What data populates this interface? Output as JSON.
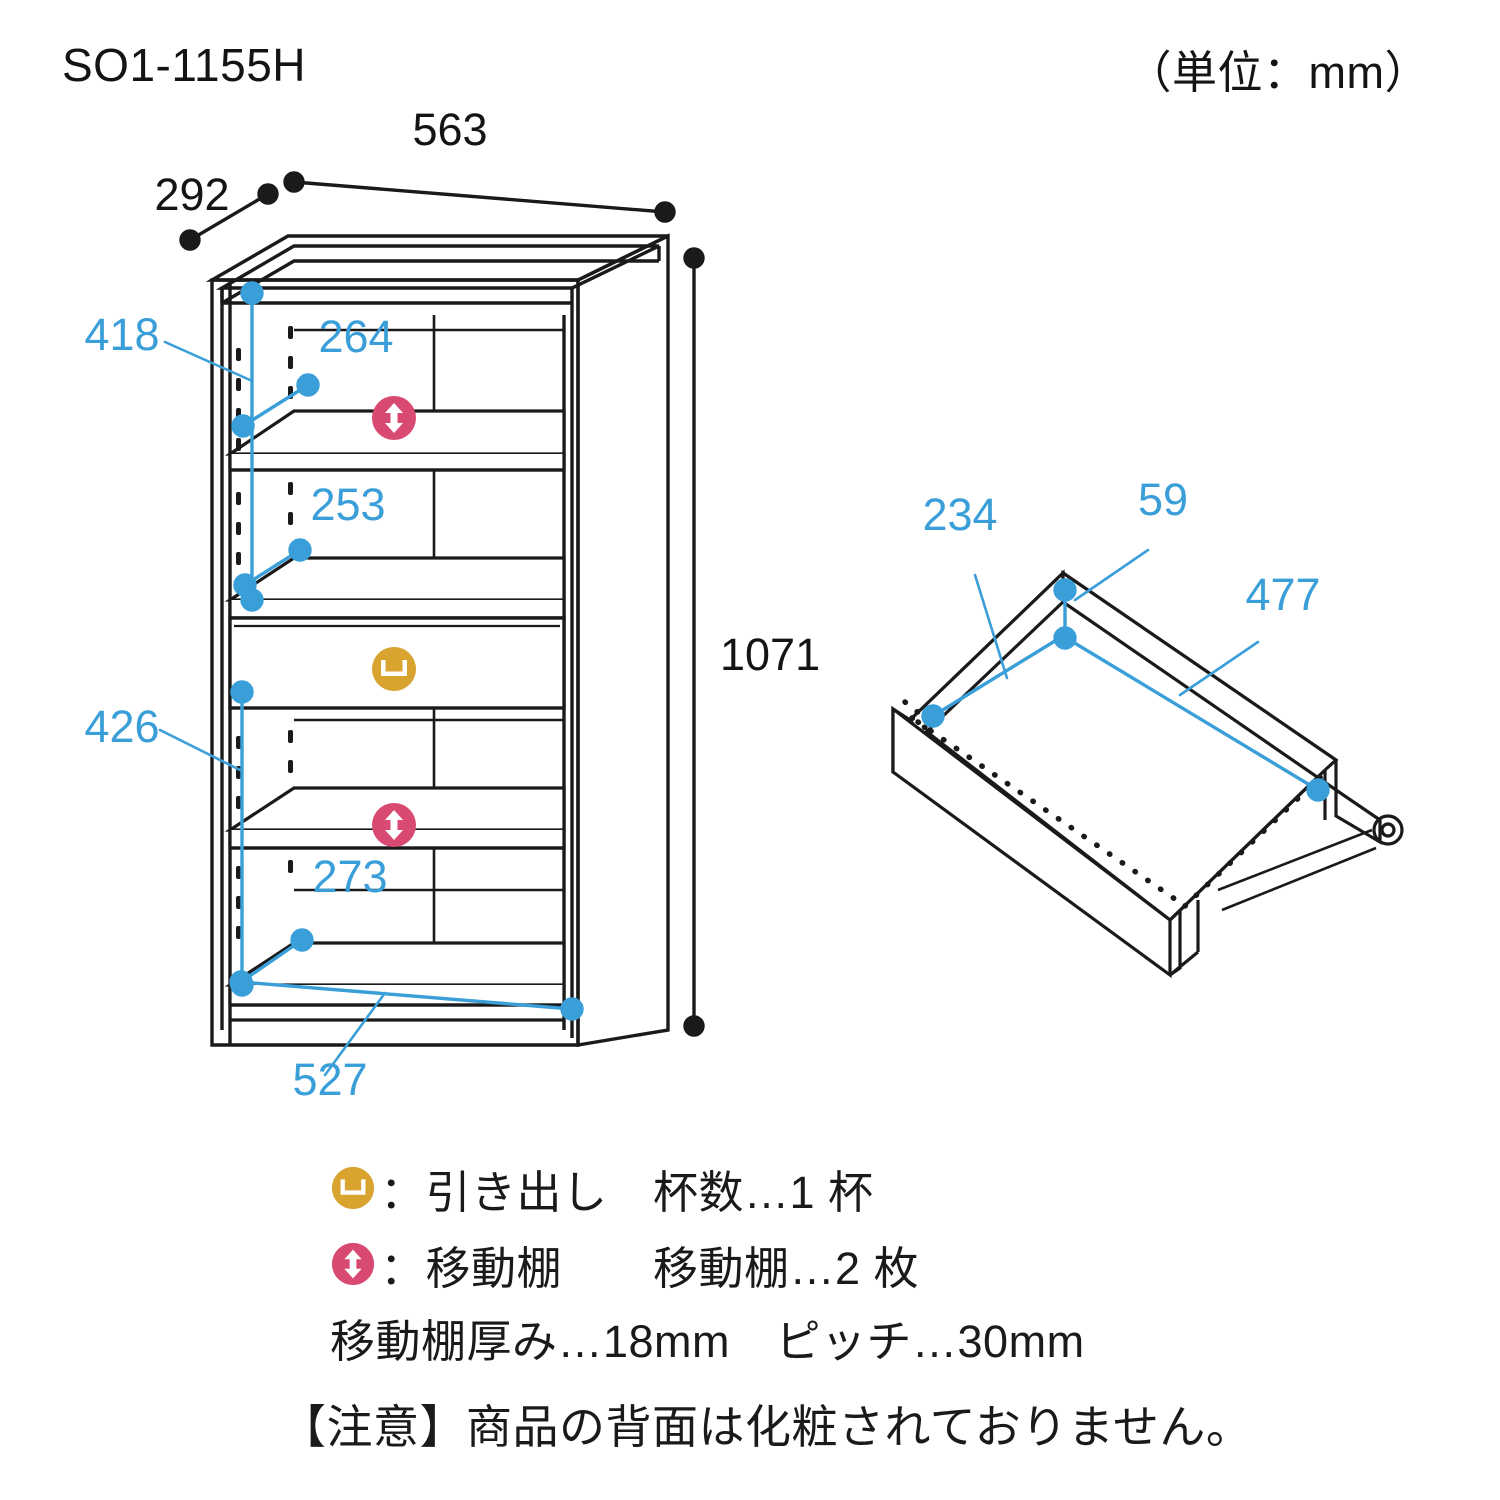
{
  "header": {
    "model_code": "SO1-1155H",
    "unit_note": "（単位：mm）"
  },
  "colors": {
    "dimension_blue": "#3a9fd8",
    "outline_black": "#1a1a1a",
    "shelf_icon_pink": "#d94a72",
    "drawer_icon_gold": "#d8a32e",
    "background": "#ffffff"
  },
  "cabinet": {
    "name": "SO1-1155H",
    "dimensions": {
      "width": "563",
      "depth": "292",
      "height": "1071"
    },
    "interior": {
      "top_shelf_depth": "264",
      "upper_opening_width": "253",
      "lower_opening_width": "426",
      "left_opening_height": "418",
      "bottom_shelf_depth": "273",
      "bottom_inner_width": "527"
    },
    "icons": [
      {
        "name": "adjustable-shelf-upper",
        "symbol": "updown-arrow",
        "color": "#d94a72"
      },
      {
        "name": "drawer-front",
        "symbol": "drawer",
        "color": "#d8a32e"
      },
      {
        "name": "adjustable-shelf-lower",
        "symbol": "updown-arrow",
        "color": "#d94a72"
      }
    ]
  },
  "drawer": {
    "name": "drawer-box",
    "inner_width": "234",
    "side_height": "59",
    "inner_length": "477"
  },
  "legend": {
    "rows": [
      {
        "icon": "drawer-icon",
        "icon_color": "#d8a32e",
        "text": "：引き出し　杯数…1 杯"
      },
      {
        "icon": "adjustable-shelf-icon",
        "icon_color": "#d94a72",
        "text": "：移動棚　　移動棚…2 枚"
      }
    ],
    "spec_line": "移動棚厚み…18mm　ピッチ…30mm",
    "note": "【注意】商品の背面は化粧されておりません。"
  }
}
